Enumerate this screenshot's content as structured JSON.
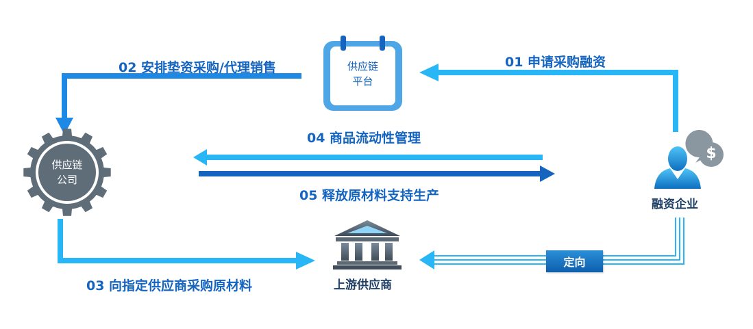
{
  "steps": {
    "s01": "01 申请采购融资",
    "s02": "02 安排垫资采购/代理销售",
    "s03": "03 向指定供应商采购原材料",
    "s04": "04 商品流动性管理",
    "s05": "05 释放原材料支持生产"
  },
  "nodes": {
    "platform_line1": "供应链",
    "platform_line2": "平台",
    "company_line1": "供应链",
    "company_line2": "公司",
    "enterprise": "融资企业",
    "enterprise_icon_symbol": "$",
    "supplier": "上游供应商"
  },
  "directed_tag": "定向",
  "colors": {
    "light_blue": "#29b6f6",
    "mid_blue": "#1e88e5",
    "dark_blue": "#1565c0",
    "gear_gray": "#5f6d79",
    "label_blue": "#1565c0"
  }
}
